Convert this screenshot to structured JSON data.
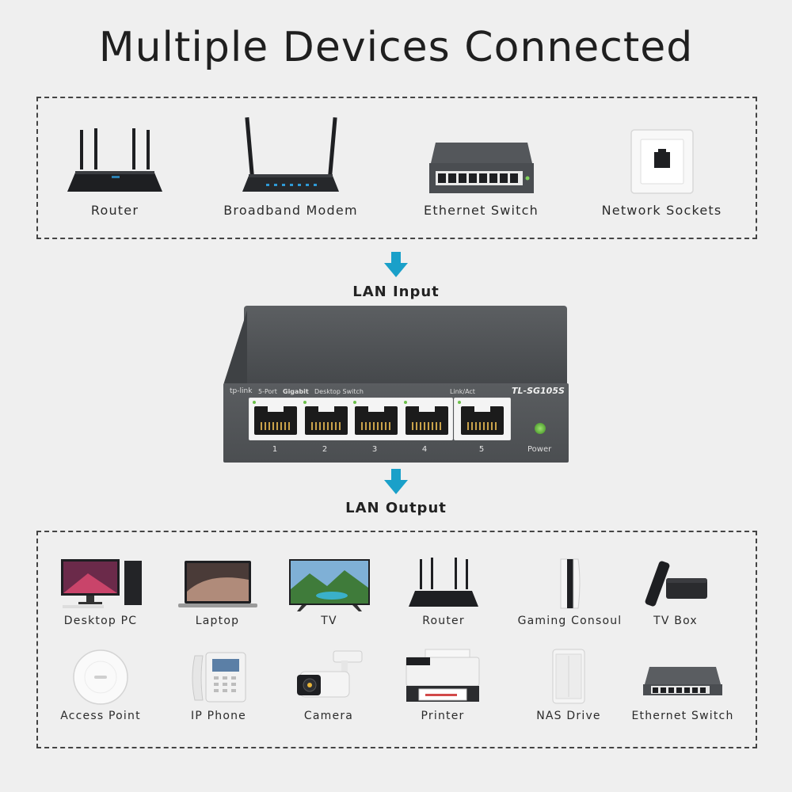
{
  "title": "Multiple Devices Connected",
  "lan_input_label": "LAN Input",
  "lan_output_label": "LAN Output",
  "input_devices": [
    {
      "label": "Router",
      "icon": "router-icon"
    },
    {
      "label": "Broadband Modem",
      "icon": "modem-icon"
    },
    {
      "label": "Ethernet Switch",
      "icon": "ethernet-switch-icon"
    },
    {
      "label": "Network Sockets",
      "icon": "network-socket-icon"
    }
  ],
  "switch": {
    "brand": "tp-link",
    "description_pre": "5-Port",
    "description_bold": "Gigabit",
    "description_post": "Desktop Switch",
    "model": "TL-SG105S",
    "link_act_label": "Link/Act",
    "port_numbers": [
      "1",
      "2",
      "3",
      "4",
      "5"
    ],
    "power_label": "Power"
  },
  "output_devices_row1": [
    {
      "label": "Desktop PC",
      "icon": "desktop-pc-icon"
    },
    {
      "label": "Laptop",
      "icon": "laptop-icon"
    },
    {
      "label": "TV",
      "icon": "tv-icon"
    },
    {
      "label": "Router",
      "icon": "router-icon"
    },
    {
      "label": "Gaming Consoul",
      "icon": "gaming-console-icon"
    },
    {
      "label": "TV Box",
      "icon": "tv-box-icon"
    }
  ],
  "output_devices_row2": [
    {
      "label": "Access Point",
      "icon": "access-point-icon"
    },
    {
      "label": "IP Phone",
      "icon": "ip-phone-icon"
    },
    {
      "label": "Camera",
      "icon": "camera-icon"
    },
    {
      "label": "Printer",
      "icon": "printer-icon"
    },
    {
      "label": "NAS Drive",
      "icon": "nas-drive-icon"
    },
    {
      "label": "Ethernet Switch",
      "icon": "ethernet-switch-icon"
    }
  ],
  "colors": {
    "background": "#efefef",
    "arrow": "#1aa0c9",
    "device_dark": "#1e1f22",
    "switch_body": "#4b4e51"
  }
}
